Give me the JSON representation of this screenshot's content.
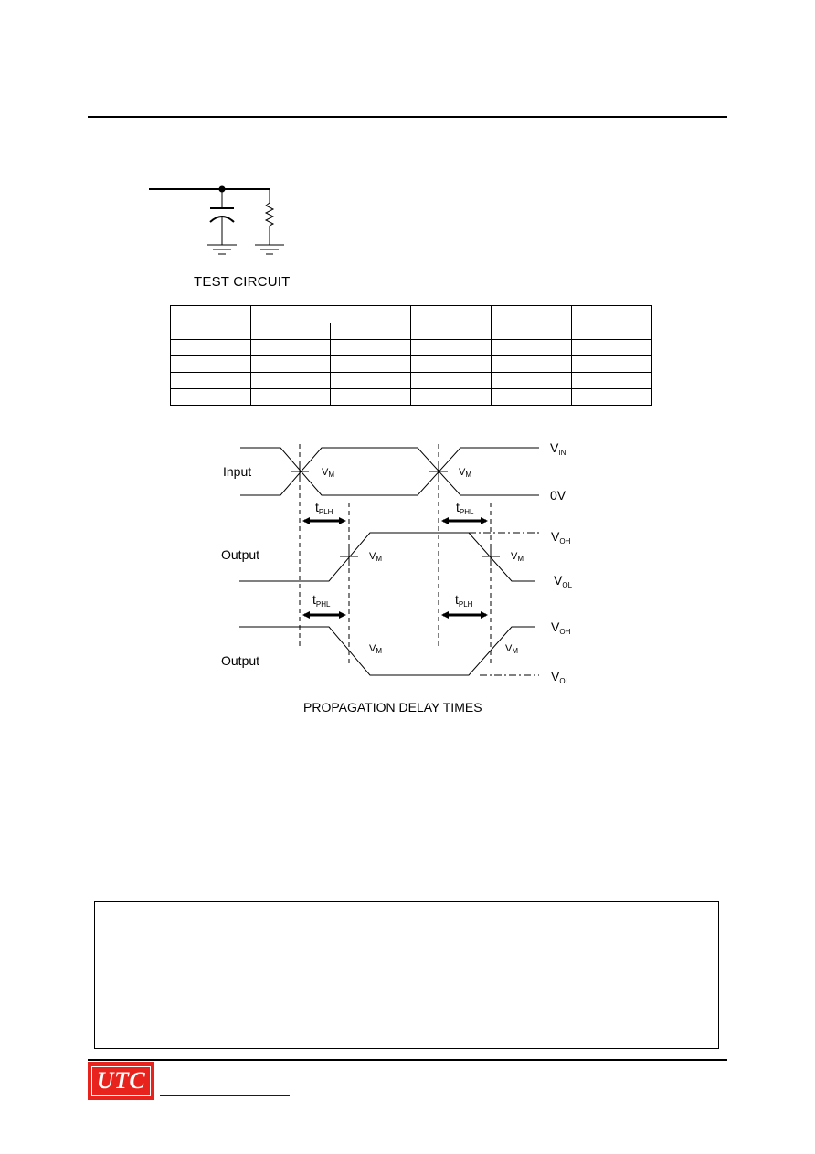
{
  "test_circuit": {
    "caption": "TEST CIRCUIT"
  },
  "conditions_table": {
    "rows": 4,
    "columns": 6
  },
  "timing_diagram": {
    "caption": "PROPAGATION DELAY TIMES",
    "input_label": "Input",
    "output1_label": "Output",
    "output2_label": "Output",
    "v_in": "V",
    "v_in_sub": "IN",
    "zero_v": "0V",
    "v_m": "V",
    "v_m_sub": "M",
    "v_oh": "V",
    "v_oh_sub": "OH",
    "v_ol": "V",
    "v_ol_sub": "OL",
    "t_plh": "t",
    "t_plh_sub": "PLH",
    "t_phl": "t",
    "t_phl_sub": "PHL"
  },
  "footer": {
    "logo_text": "UTC",
    "link_text": ""
  },
  "colors": {
    "logo_red": "#e8231d",
    "link_blue": "#0000ee"
  }
}
